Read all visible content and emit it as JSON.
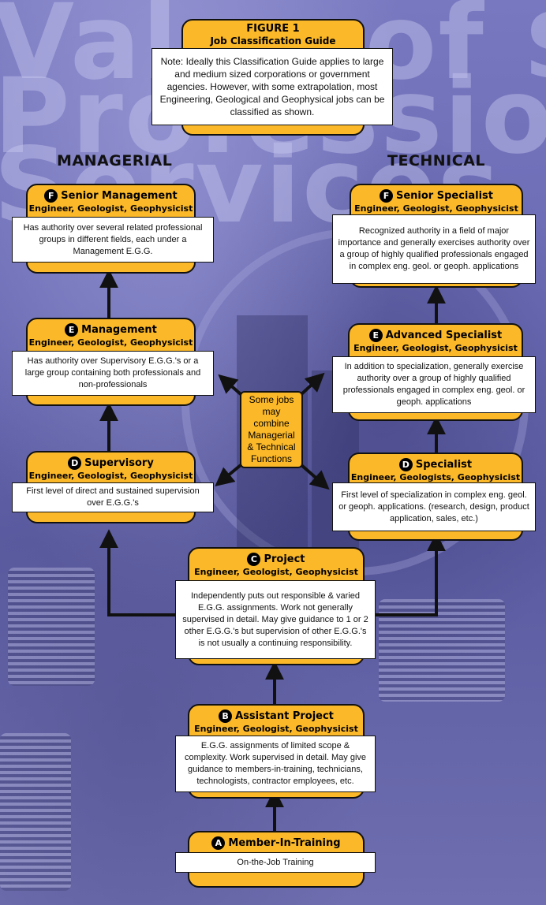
{
  "background": {
    "words": [
      "Value of $$$$$",
      "Professional",
      "Services"
    ]
  },
  "colors": {
    "box_fill": "#fbb829",
    "line": "#111111",
    "background": "#6f6fb8"
  },
  "figure": {
    "title": "FIGURE 1",
    "subtitle": "Job Classification Guide",
    "note": "Note: Ideally this Classification Guide applies to large and medium sized corporations or government agencies. However, with some extrapolation, most Engineering, Geological and Geophysical jobs can be classified as shown."
  },
  "columns": {
    "left": "MANAGERIAL",
    "right": "TECHNICAL"
  },
  "combine_text": "Some jobs may combine Managerial & Technical Functions",
  "levels": {
    "f_senior_management": {
      "letter": "F",
      "title": "Senior Management",
      "subtitle": "Engineer, Geologist, Geophysicist",
      "description": "Has authority over several related professional groups in different fields, each under a Management E.G.G."
    },
    "e_management": {
      "letter": "E",
      "title": "Management",
      "subtitle": "Engineer, Geologist, Geophysicist",
      "description": "Has authority over Supervisory E.G.G.'s or a large group containing both professionals and non-professionals"
    },
    "d_supervisory": {
      "letter": "D",
      "title": "Supervisory",
      "subtitle": "Engineer, Geologist, Geophysicist",
      "description": "First level of direct and sustained supervision over E.G.G.'s"
    },
    "f_senior_specialist": {
      "letter": "F",
      "title": "Senior Specialist",
      "subtitle": "Engineer, Geologist, Geophysicist",
      "description": "Recognized authority in a field of major importance and generally exercises authority over a group of highly qualified professionals engaged in complex eng. geol. or geoph. applications"
    },
    "e_advanced_specialist": {
      "letter": "E",
      "title": "Advanced Specialist",
      "subtitle": "Engineer, Geologist, Geophysicist",
      "description": "In addition to specialization, generally exercise authority over a group of highly qualified professionals engaged in complex eng. geol. or geoph. applications"
    },
    "d_specialist": {
      "letter": "D",
      "title": "Specialist",
      "subtitle": "Engineer, Geologists, Geophysicist",
      "description": "First level of specialization in complex eng. geol. or geoph. applications. (research, design, product application, sales, etc.)"
    },
    "c_project": {
      "letter": "C",
      "title": "Project",
      "subtitle": "Engineer, Geologist, Geophysicist",
      "description": "Independently puts out responsible & varied E.G.G. assignments. Work not generally supervised in detail. May give guidance to 1 or 2 other E.G.G.'s but supervision of other E.G.G.'s is not usually a continuing responsibility."
    },
    "b_assistant_project": {
      "letter": "B",
      "title": "Assistant Project",
      "subtitle": "Engineer, Geologist, Geophysicist",
      "description": "E.G.G. assignments of limited scope & complexity. Work supervised in detail. May give guidance to members-in-training, technicians, technologists, contractor employees, etc."
    },
    "a_member_in_training": {
      "letter": "A",
      "title": "Member-In-Training",
      "description": "On-the-Job Training"
    }
  }
}
